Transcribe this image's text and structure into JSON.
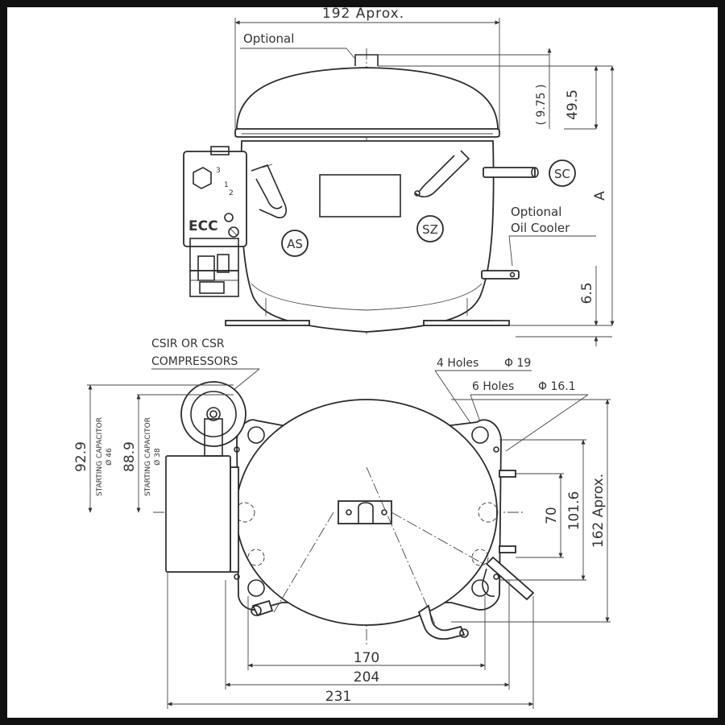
{
  "top_view": {
    "width_dim": "192  Aprox.",
    "optional_top": "Optional",
    "dim_975": "( 9.75 )",
    "dim_495": "49.5",
    "dim_A": "A",
    "dim_65": "6.5",
    "badge_sc": "SC",
    "badge_sz": "SZ",
    "badge_as": "AS",
    "optional_oil": "Optional",
    "oil_cooler": "Oil Cooler",
    "ecc_label": "ECC",
    "terminal_numbers": [
      "3",
      "1",
      "2"
    ]
  },
  "bottom_view": {
    "csir_line1": "CSIR OR CSR",
    "csir_line2": "COMPRESSORS",
    "holes4": "4 Holes",
    "holes4_dia": "Φ 19",
    "holes6": "6 Holes",
    "holes6_dia": "Φ 16.1",
    "dim_929": "92.9",
    "cap1_label": "STARTING CAPACITOR",
    "cap1_dia": "Ø 46",
    "dim_889": "88.9",
    "cap2_label": "STARTING CAPACITOR",
    "cap2_dia": "Ø 38",
    "dim_70": "70",
    "dim_1016": "101.6",
    "dim_162": "162  Aprox.",
    "dim_170": "170",
    "dim_204": "204",
    "dim_231": "231"
  }
}
